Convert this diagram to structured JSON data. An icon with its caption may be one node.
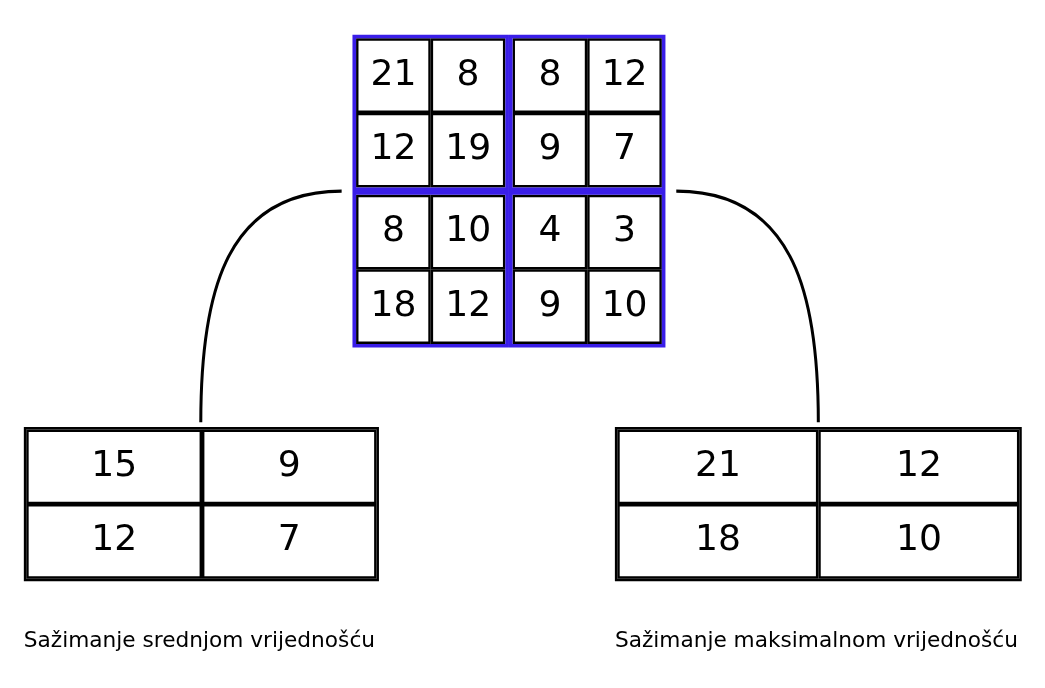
{
  "diagram": {
    "nodes": [
      {
        "text": [
          "21",
          "8",
          "8",
          "12",
          "12",
          "19",
          "9",
          "7",
          "8",
          "10",
          "4",
          "3",
          "18",
          "12",
          "9",
          "10"
        ]
      },
      {
        "text": [
          "15",
          "9",
          "12",
          "7"
        ],
        "beside": [
          "Sažimanje srednjom vrijednošću"
        ]
      },
      {
        "text": [
          "21",
          "12",
          "18",
          "10"
        ],
        "beside": [
          "Sažimanje maksimalnom vrijednošću"
        ]
      }
    ],
    "edges": [
      {
        "from": 0,
        "to": 1,
        "arrow": "none"
      },
      {
        "from": 0,
        "to": 2,
        "arrow": "none"
      }
    ]
  }
}
